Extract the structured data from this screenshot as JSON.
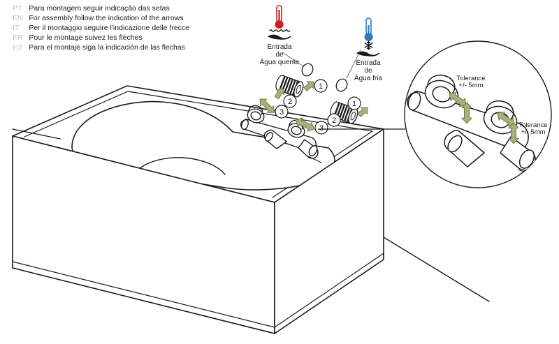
{
  "document": {
    "title": "Bath mixer assembly instruction diagram",
    "background_color": "#ffffff",
    "line_color": "#1a1a1a",
    "arrow_fill": "#a8b07a",
    "arrow_stroke": "#6f7a4a",
    "hot_color": "#cc2026",
    "cold_color": "#2a7cc0",
    "lang_code_color": "#b9c3ad"
  },
  "legend": {
    "name": "multilingual-instruction-legend",
    "rows": [
      {
        "code": "PT",
        "text": "Para montagem seguir indicação das setas"
      },
      {
        "code": "EN",
        "text": "For assembly follow the indication of the arrows"
      },
      {
        "code": "IT",
        "text": "Per il montaggio seguire l'indicazione delle frecce"
      },
      {
        "code": "FR",
        "text": "Pour le montage suivez les flèches"
      },
      {
        "code": "ES",
        "text": "Para el montaje siga la indicación de las flechas"
      }
    ]
  },
  "inlets": {
    "hot": {
      "icon": "thermometer-hot-icon",
      "line1": "Entrada",
      "line2": "de",
      "line3": "Água quente"
    },
    "cold": {
      "icon": "thermometer-cold-icon",
      "line1": "Entrada",
      "line2": "de",
      "line3": "Água fria"
    }
  },
  "assembly_steps": {
    "left_group": [
      {
        "number": "1"
      },
      {
        "number": "2"
      },
      {
        "number": "3"
      }
    ],
    "right_group": [
      {
        "number": "1"
      },
      {
        "number": "2"
      },
      {
        "number": "3"
      }
    ]
  },
  "detail_circle": {
    "name": "magnified-detail-view",
    "tolerance_upper": {
      "line1": "Tolerance",
      "line2": "+/- 5mm"
    },
    "tolerance_lower": {
      "line1": "Tolerance",
      "line2": "+/- 5mm"
    }
  }
}
